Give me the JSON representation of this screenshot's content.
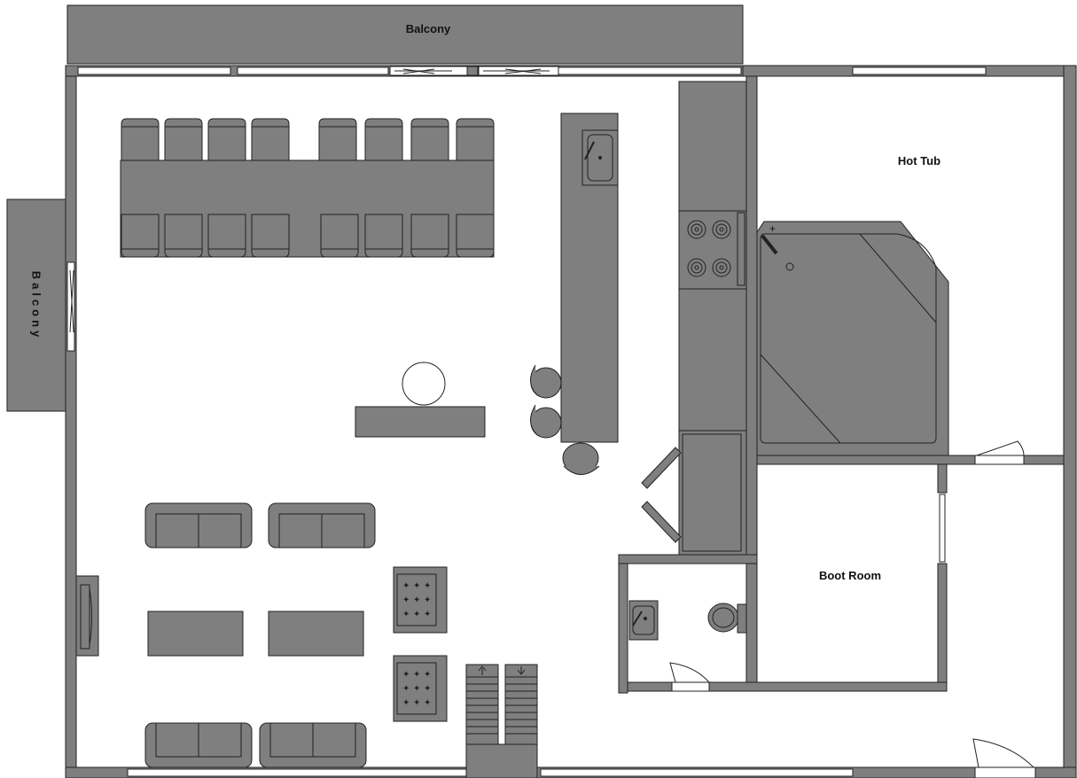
{
  "floorplan": {
    "rooms": {
      "balcony_top": "Balcony",
      "balcony_left": "Balcony",
      "hot_tub": "Hot Tub",
      "boot_room": "Boot Room"
    }
  },
  "colors": {
    "furniture": "#7f7f7f",
    "wall": "#7f7f7f",
    "outline": "#222222",
    "background": "#ffffff"
  }
}
